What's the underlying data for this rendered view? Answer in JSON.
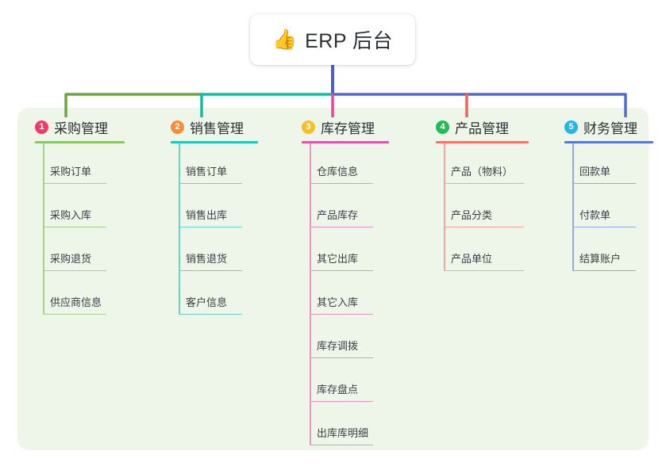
{
  "root": {
    "icon": "thumbs-up-emoji",
    "icon_glyph": "👍",
    "title": "ERP 后台"
  },
  "colors": {
    "panel_bg": "#eef6e9",
    "page_bg": "#ffffff",
    "root_stem": "#4f5ec7",
    "bus_left": "#6aa83c",
    "bus_mid": "#0fbfa4",
    "bus_right": "#5566cf",
    "col1_line": "#6aa83c",
    "col2_line": "#0fbfa4",
    "col3_line": "#e6459a",
    "col4_line": "#f0645c",
    "col5_line": "#4f6fd0",
    "col1_badge": "#ef3b67",
    "col2_badge": "#f4903a",
    "col3_badge": "#f6bf24",
    "col4_badge": "#22bb55",
    "col5_badge": "#24b6e8",
    "col1_rule": "#8bc765",
    "col2_rule": "#23c9b4",
    "col3_rule": "#e058ab",
    "col4_rule": "#f4776c",
    "col5_rule": "#5a7ad6",
    "col1_leaf": "#a9cf8f",
    "col2_leaf": "#6fd2c7",
    "col3_leaf": "#eb95c2",
    "col4_leaf": "#f5a69c",
    "col5_leaf": "#93a8e0",
    "text_dark": "#2b2f33",
    "text_leaf": "#3a3f45"
  },
  "columns": [
    {
      "index": "1",
      "title": "采购管理",
      "leaves": [
        "采购订单",
        "采购入库",
        "采购退货",
        "供应商信息"
      ]
    },
    {
      "index": "2",
      "title": "销售管理",
      "leaves": [
        "销售订单",
        "销售出库",
        "销售退货",
        "客户信息"
      ]
    },
    {
      "index": "3",
      "title": "库存管理",
      "leaves": [
        "仓库信息",
        "产品库存",
        "其它出库",
        "其它入库",
        "库存调拨",
        "库存盘点",
        "出库库明细"
      ]
    },
    {
      "index": "4",
      "title": "产品管理",
      "leaves": [
        "产品（物料）",
        "产品分类",
        "产品单位"
      ]
    },
    {
      "index": "5",
      "title": "财务管理",
      "leaves": [
        "回款单",
        "付款单",
        "结算账户"
      ]
    }
  ]
}
